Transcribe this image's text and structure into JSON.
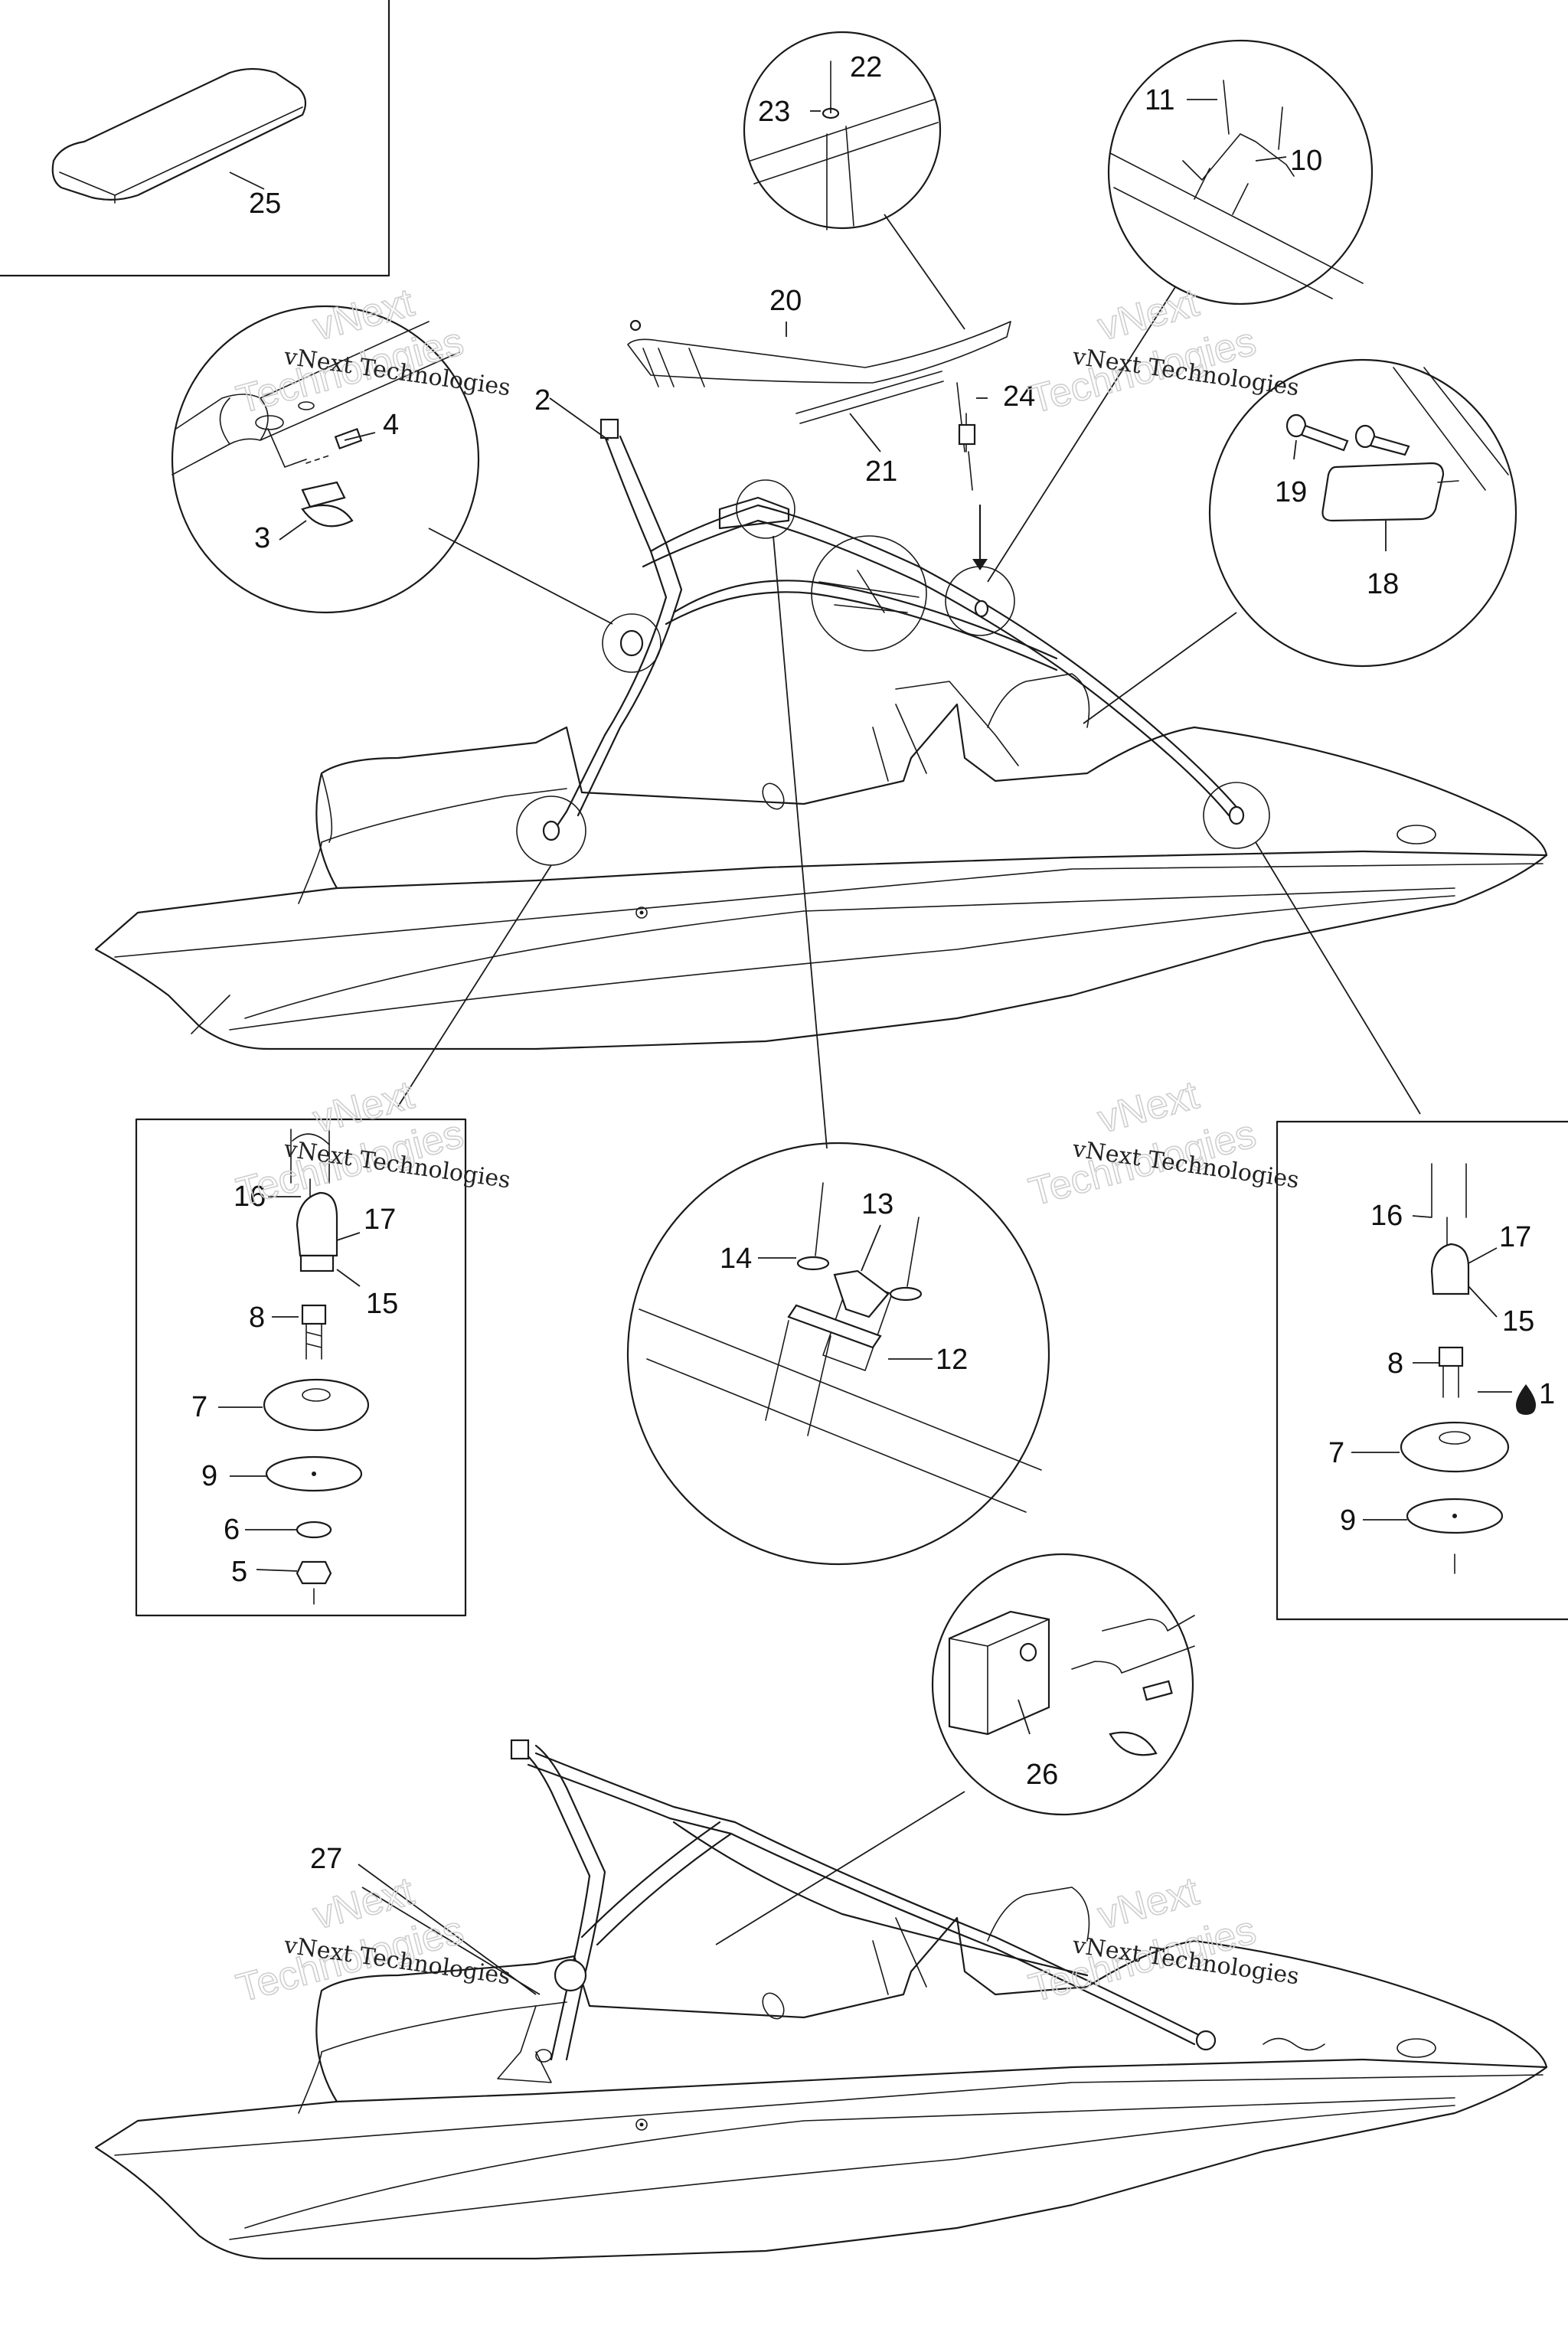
{
  "callouts": [
    {
      "id": "c1",
      "label": "1"
    },
    {
      "id": "c2",
      "label": "2"
    },
    {
      "id": "c3",
      "label": "3"
    },
    {
      "id": "c4",
      "label": "4"
    },
    {
      "id": "c5",
      "label": "5"
    },
    {
      "id": "c6",
      "label": "6"
    },
    {
      "id": "c7a",
      "label": "7"
    },
    {
      "id": "c7b",
      "label": "7"
    },
    {
      "id": "c8a",
      "label": "8"
    },
    {
      "id": "c8b",
      "label": "8"
    },
    {
      "id": "c9a",
      "label": "9"
    },
    {
      "id": "c9b",
      "label": "9"
    },
    {
      "id": "c10",
      "label": "10"
    },
    {
      "id": "c11",
      "label": "11"
    },
    {
      "id": "c12",
      "label": "12"
    },
    {
      "id": "c13",
      "label": "13"
    },
    {
      "id": "c14",
      "label": "14"
    },
    {
      "id": "c15a",
      "label": "15"
    },
    {
      "id": "c15b",
      "label": "15"
    },
    {
      "id": "c16a",
      "label": "16"
    },
    {
      "id": "c16b",
      "label": "16"
    },
    {
      "id": "c17a",
      "label": "17"
    },
    {
      "id": "c17b",
      "label": "17"
    },
    {
      "id": "c18",
      "label": "18"
    },
    {
      "id": "c19",
      "label": "19"
    },
    {
      "id": "c20",
      "label": "20"
    },
    {
      "id": "c21",
      "label": "21"
    },
    {
      "id": "c22",
      "label": "22"
    },
    {
      "id": "c23",
      "label": "23"
    },
    {
      "id": "c24",
      "label": "24"
    },
    {
      "id": "c25",
      "label": "25"
    },
    {
      "id": "c26",
      "label": "26"
    },
    {
      "id": "c27",
      "label": "27"
    }
  ],
  "watermark": {
    "line1": "vNext Technologies",
    "line2a": "vNext",
    "line2b": "Technologies"
  },
  "symbols": {
    "liquid_drop": "drop-icon"
  }
}
